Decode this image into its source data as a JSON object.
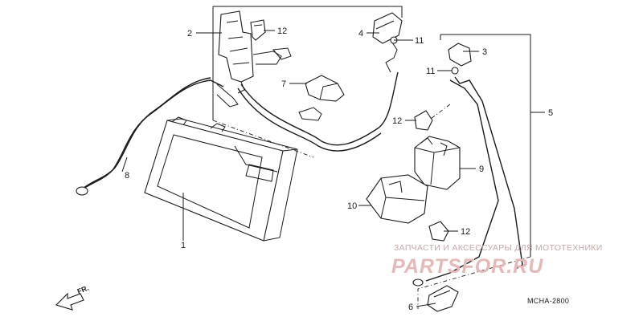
{
  "parts": [
    {
      "id": "p1",
      "number": "1"
    },
    {
      "id": "p2",
      "number": "2"
    },
    {
      "id": "p3",
      "number": "3"
    },
    {
      "id": "p4",
      "number": "4"
    },
    {
      "id": "p5",
      "number": "5"
    },
    {
      "id": "p6",
      "number": "6"
    },
    {
      "id": "p7",
      "number": "7"
    },
    {
      "id": "p8",
      "number": "8"
    },
    {
      "id": "p9",
      "number": "9"
    },
    {
      "id": "p10",
      "number": "10"
    },
    {
      "id": "p11a",
      "number": "11"
    },
    {
      "id": "p11b",
      "number": "11"
    },
    {
      "id": "p12a",
      "number": "12"
    },
    {
      "id": "p12b",
      "number": "12"
    },
    {
      "id": "p12c",
      "number": "12"
    }
  ],
  "watermark": {
    "caption": "ЗАПЧАСТИ И АКСЕССУАРЫ ДЛЯ МОТОТЕХНИКИ",
    "logo": "PARTSFOR.RU"
  },
  "diagram_code": "MCHA-2800",
  "direction_label": "FR."
}
